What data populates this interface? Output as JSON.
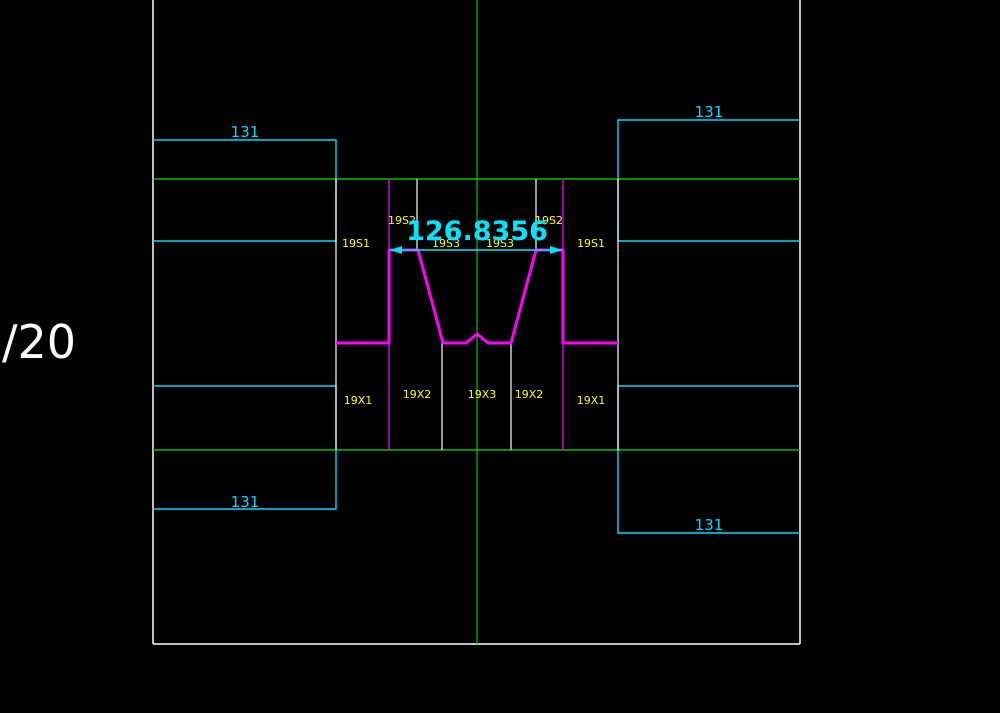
{
  "drawing": {
    "background_color": "#000000",
    "colors": {
      "frame": "#ffffff",
      "cyan": "#00d8ff",
      "green": "#00c000",
      "magenta": "#ff00ff",
      "label_yellow": "#ffff00",
      "dimension": "#00e5ff"
    },
    "side_label": "/20",
    "dimension_value": "126.8356",
    "block_labels": {
      "top_left": "131",
      "top_right": "131",
      "bottom_left": "131",
      "bottom_right": "131"
    },
    "part_labels": {
      "s1_left": "19S1",
      "s1_right": "19S1",
      "s2_left": "19S2",
      "s2_right": "19S2",
      "s3_left": "19S3",
      "s3_right": "19S3",
      "x1_left": "19X1",
      "x1_right": "19X1",
      "x2_left": "19X2",
      "x2_right": "19X2",
      "x3_center": "19X3"
    }
  }
}
